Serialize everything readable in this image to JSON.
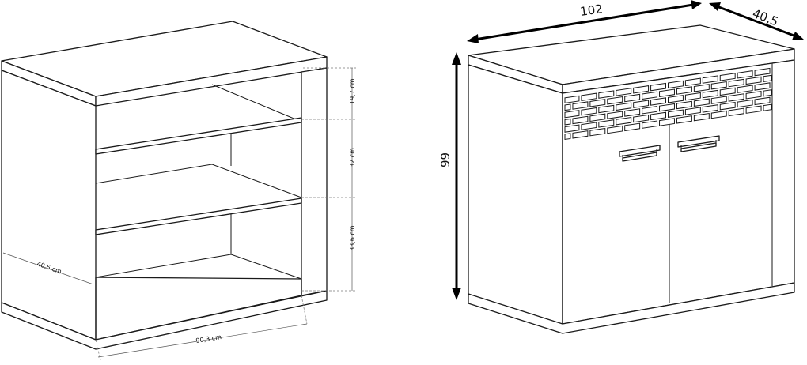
{
  "left_view": {
    "shelf_heights": [
      "19,7 cm",
      "32 cm",
      "33,6 cm"
    ],
    "depth_label": "40,5 cm",
    "width_label": "90,3 cm"
  },
  "right_view": {
    "width_label": "102",
    "depth_label": "40,5",
    "height_label": "99"
  }
}
